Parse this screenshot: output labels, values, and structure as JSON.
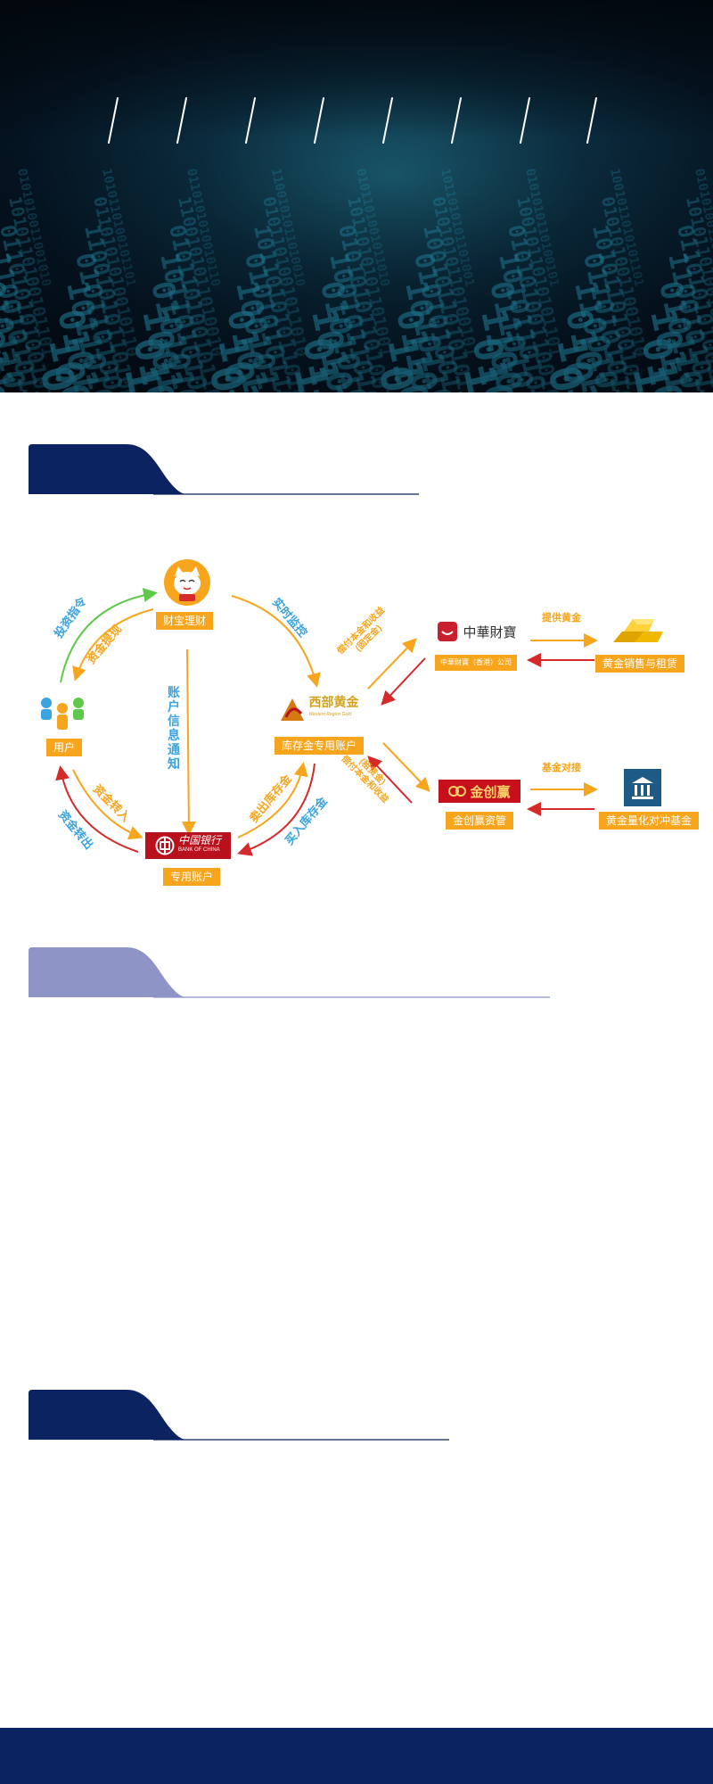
{
  "colors": {
    "navy": "#0b2361",
    "lavender": "#8e95c6",
    "orange": "#f7a51c",
    "green": "#5ec94a",
    "blue": "#3aa3e0",
    "red": "#d42a2a",
    "hero_text": "#2aa6c8"
  },
  "hero": {
    "binary_rows": [
      "0101010011001010",
      "1010110100101101",
      "0110101010010110",
      "1100101011010010",
      "0101101001011010",
      "1011010101101001",
      "0101010110100101",
      "1001011010101101"
    ]
  },
  "diagram": {
    "nodes": {
      "caibao": {
        "label": "财宝理财",
        "icon": "lucky-cat-icon"
      },
      "user": {
        "label": "用户",
        "icon": "people-group-icon"
      },
      "boc": {
        "label": "专用账户",
        "logo_text": "中国银行",
        "logo_sub": "BANK OF CHINA",
        "icon": "bank-of-china-logo"
      },
      "xibu": {
        "label": "库存金专用账户",
        "logo_text": "西部黄金",
        "logo_sub": "Western Region Gold",
        "icon": "western-gold-logo"
      },
      "zhonghua": {
        "label": "中華財寶（香港）公司",
        "logo_text": "中華財寶",
        "icon": "zhonghua-caibao-logo"
      },
      "jinbar": {
        "label": "黄金销售与租赁",
        "icon": "gold-bars-icon"
      },
      "jinchuang": {
        "label": "金创赢资管",
        "logo_text": "金创赢",
        "icon": "jinchuangying-logo"
      },
      "fund": {
        "label": "黄金量化对冲基金",
        "icon": "fund-building-icon"
      }
    },
    "edges": {
      "invest_cmd": "投资指令",
      "withdraw_gold": "资金提现",
      "account_notice": "账户信息通知",
      "realtime_monitor": "实时监控",
      "fund_in": "资金转入",
      "fund_out": "资金转出",
      "sell_stock": "卖出库存金",
      "buy_stock": "买入库存金",
      "pay_principal_1": "偿付本金和收益",
      "pay_principal_1_sub": "(固定金)",
      "provide_gold": "提供黄金",
      "pay_principal_2": "偿付本金和收益",
      "pay_principal_2_sub": "(租赁金)",
      "fund_dock": "基金对接"
    }
  }
}
